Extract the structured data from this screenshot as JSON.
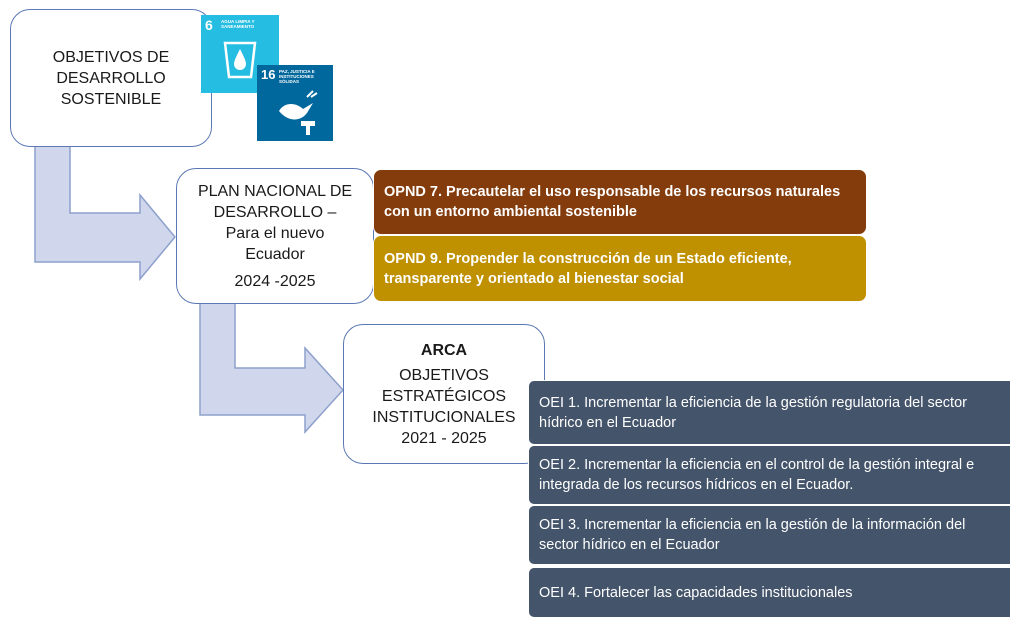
{
  "ods": {
    "title": "OBJETIVOS DE DESARROLLO SOSTENIBLE",
    "goal6": {
      "number": "6",
      "label": "AGUA LIMPIA Y SANEAMIENTO",
      "color": "#26bde2"
    },
    "goal16": {
      "number": "16",
      "label": "PAZ, JUSTICIA E INSTITUCIONES SÓLIDAS",
      "color": "#00689d"
    }
  },
  "pnd": {
    "title": "PLAN NACIONAL DE DESARROLLO – Para el nuevo Ecuador",
    "period": "2024 -2025"
  },
  "opnd": [
    {
      "text": "OPND 7. Precautelar el uso responsable de los recursos naturales con un entorno ambiental sostenible",
      "color": "#843c0c"
    },
    {
      "text": "OPND 9. Propender la construcción de un Estado eficiente, transparente y orientado al bienestar social",
      "color": "#bf9000"
    }
  ],
  "arca": {
    "name": "ARCA",
    "title": "OBJETIVOS ESTRATÉGICOS INSTITUCIONALES",
    "period": "2021 - 2025"
  },
  "oei": [
    {
      "text": "OEI 1. Incrementar la eficiencia de la gestión regulatoria del sector hídrico en el Ecuador"
    },
    {
      "text": "OEI 2. Incrementar la eficiencia en el control de la gestión integral e integrada de los recursos hídricos en el Ecuador."
    },
    {
      "text": "OEI 3. Incrementar la eficiencia en la gestión de la información del sector hídrico en el Ecuador"
    },
    {
      "text": "OEI 4. Fortalecer las capacidades institucionales"
    }
  ],
  "colors": {
    "arrow": "#d0d7ec",
    "arrow_stroke": "#8ea0cc",
    "box_border": "#5b78b4",
    "oei_band": "#44546a"
  }
}
